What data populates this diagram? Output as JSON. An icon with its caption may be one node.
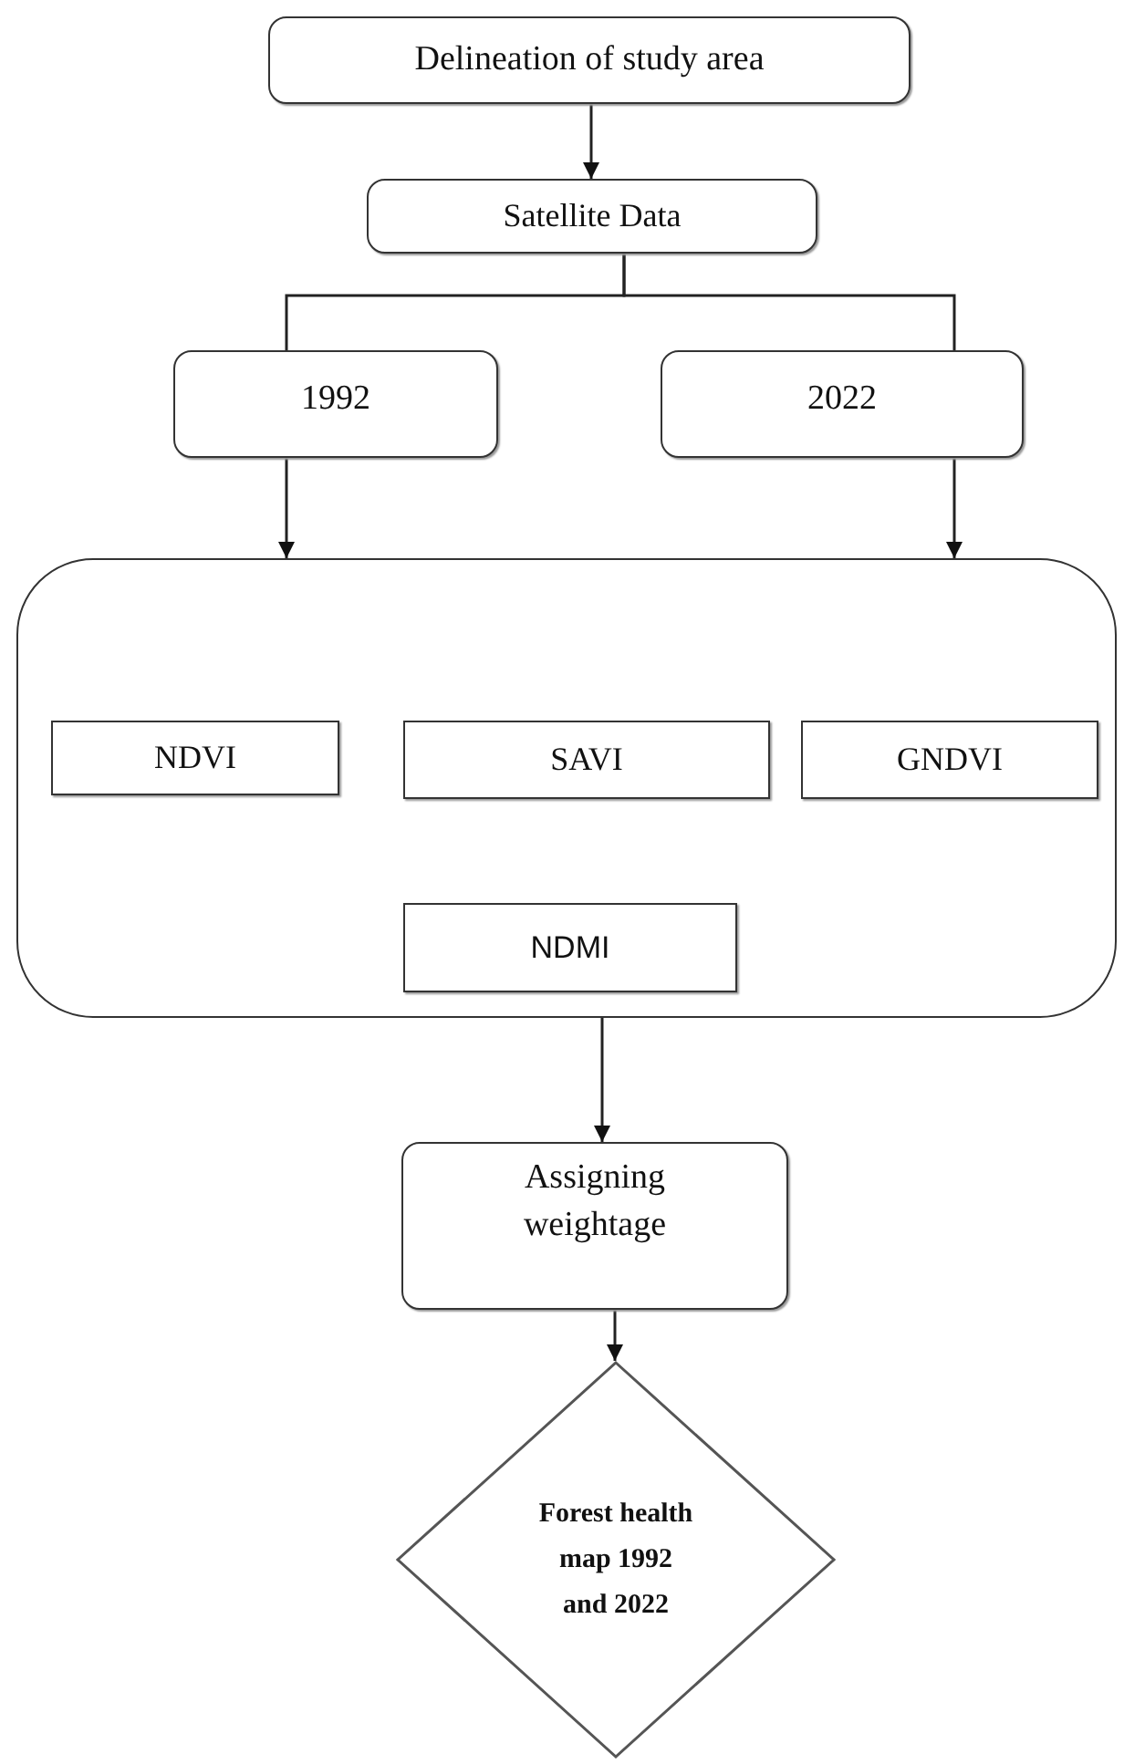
{
  "diagram": {
    "nodes": [
      {
        "text": [
          "Delineation of study area"
        ]
      },
      {
        "text": [
          "Satellite Data"
        ]
      },
      {
        "text": [
          "1992"
        ]
      },
      {
        "text": [
          "2022"
        ]
      },
      {
        "text": [],
        "shape": "box"
      },
      {
        "text": [
          "NDVI"
        ],
        "in": 4
      },
      {
        "text": [
          "SAVI"
        ],
        "in": 4
      },
      {
        "text": [
          "GNDVI"
        ],
        "in": 4
      },
      {
        "text": [
          "NDMI"
        ],
        "in": 4
      },
      {
        "text": [
          "Assigning weightage"
        ]
      },
      {
        "text": [
          "Forest health map 1992 and 2022"
        ]
      }
    ],
    "edges": [
      {
        "from": 0,
        "to": 1,
        "arrow": "to"
      },
      {
        "from": 1,
        "to": 2,
        "arrow": "none"
      },
      {
        "from": 1,
        "to": 3,
        "arrow": "none"
      },
      {
        "from": 2,
        "to": 4,
        "arrow": "to"
      },
      {
        "from": 3,
        "to": 4,
        "arrow": "to"
      },
      {
        "from": 4,
        "to": 9,
        "arrow": "to"
      },
      {
        "from": 9,
        "to": 10,
        "arrow": "to"
      }
    ]
  }
}
